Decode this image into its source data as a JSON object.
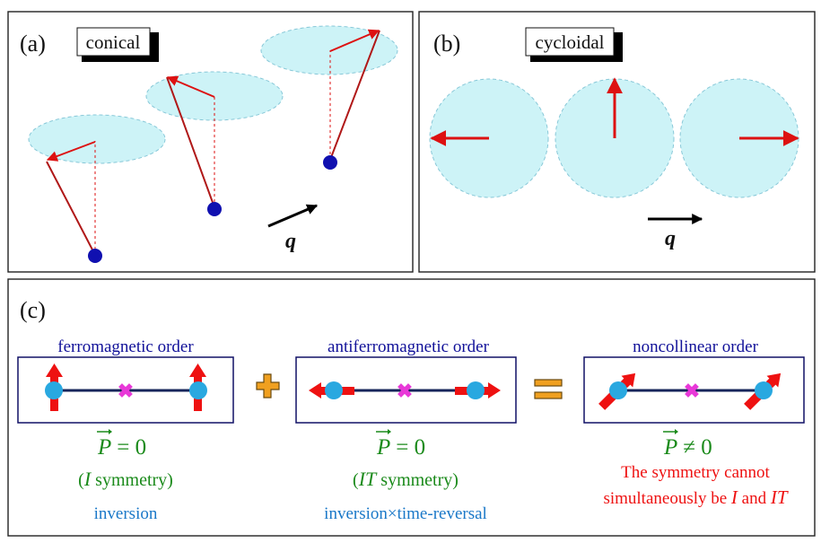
{
  "panel_a": {
    "label": "(a)",
    "title": "conical",
    "q_label": "q"
  },
  "panel_b": {
    "label": "(b)",
    "title": "cycloidal",
    "q_label": "q"
  },
  "panel_c": {
    "label": "(c)",
    "ferro": {
      "title": "ferromagnetic order",
      "polarization": "= 0",
      "symmetry_open": "(",
      "symmetry_letter": "I",
      "symmetry_rest": " symmetry)",
      "caption": "inversion"
    },
    "antiferro": {
      "title": "antiferromagnetic order",
      "polarization": "= 0",
      "symmetry_open": "(",
      "symmetry_letter": "IT",
      "symmetry_rest": " symmetry)",
      "caption": "inversion×time-reversal"
    },
    "noncollinear": {
      "title": "noncollinear order",
      "polarization": "≠ 0",
      "note_line1": "The symmetry cannot",
      "note_line2_pre": "simultaneously be ",
      "note_I": "I",
      "note_and": " and ",
      "note_IT": "IT"
    },
    "polarization_symbol": "P"
  },
  "colors": {
    "spin_arrow": "#dd1111",
    "site": "#1010b0",
    "ellipse_fill": "#cdf3f7",
    "ellipse_stroke": "#88c8d8",
    "bond": "#16245a",
    "ion": "#29a8e0",
    "center_cross": "#e838d8",
    "box_frame": "#111166",
    "title_text": "#111199",
    "green_text": "#1a8a1a",
    "blue_text": "#1a78c8",
    "red_text": "#ee1111",
    "plus_sign": "#f0a020",
    "equals_sign": "#f0a020"
  }
}
